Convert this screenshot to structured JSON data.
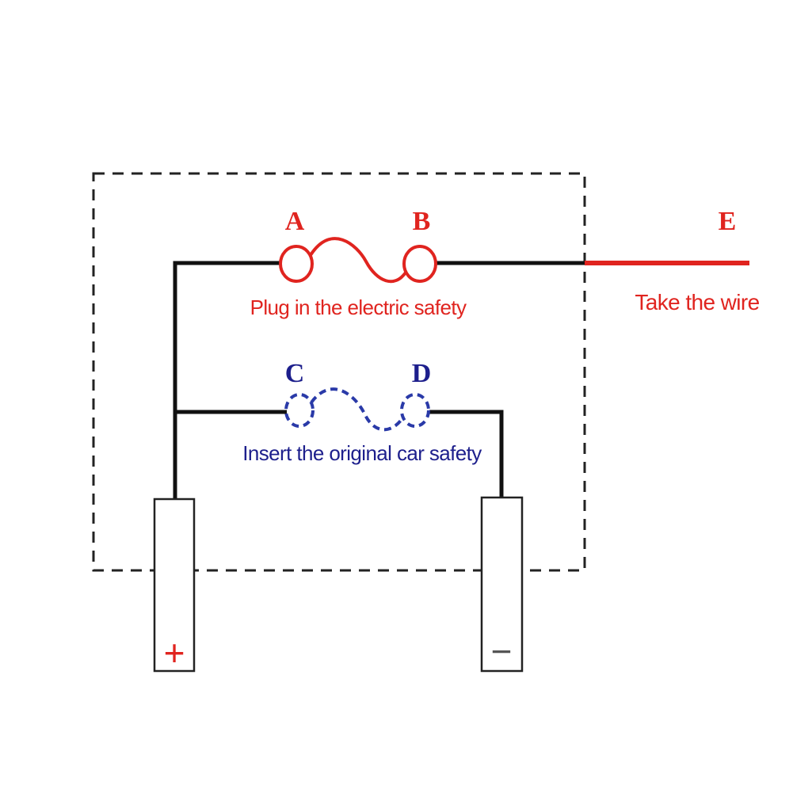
{
  "colors": {
    "red": "#e0241f",
    "blue": "#1d1f8c",
    "blue_dashed": "#2a3aa8",
    "black": "#111111",
    "frame": "#222222",
    "terminal_fill": "#ffffff",
    "minus": "#555555"
  },
  "labels": {
    "a": "A",
    "b": "B",
    "c": "C",
    "d": "D",
    "e": "E",
    "plug_in": "Plug in the electric safety",
    "take_wire": "Take the wire",
    "insert_original": "Insert the original car safety",
    "plus": "+",
    "minus": "−"
  }
}
